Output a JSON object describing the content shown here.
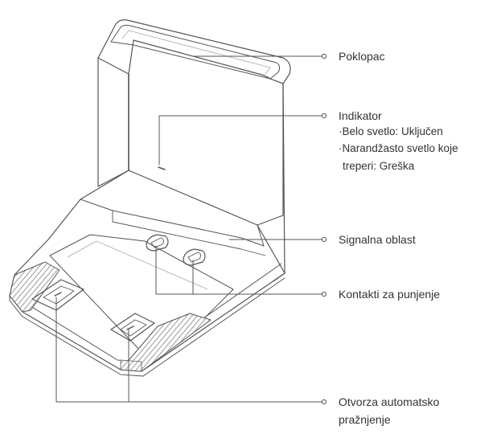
{
  "labels": {
    "lid": "Poklopac",
    "indicator": "Indikator",
    "indicator_white": "Belo svetlo: Uključen",
    "indicator_orange_1": "Narandžasto svetlo koje",
    "indicator_orange_2": "treperi: Greška",
    "signal_area": "Signalna oblast",
    "charging_contacts": "Kontakti za punjenje",
    "auto_empty_1": "Otvorza automatsko",
    "auto_empty_2": "pražnjenje"
  },
  "colors": {
    "line": "#555555",
    "text": "#333333",
    "stripe": "#cfcfcf"
  }
}
